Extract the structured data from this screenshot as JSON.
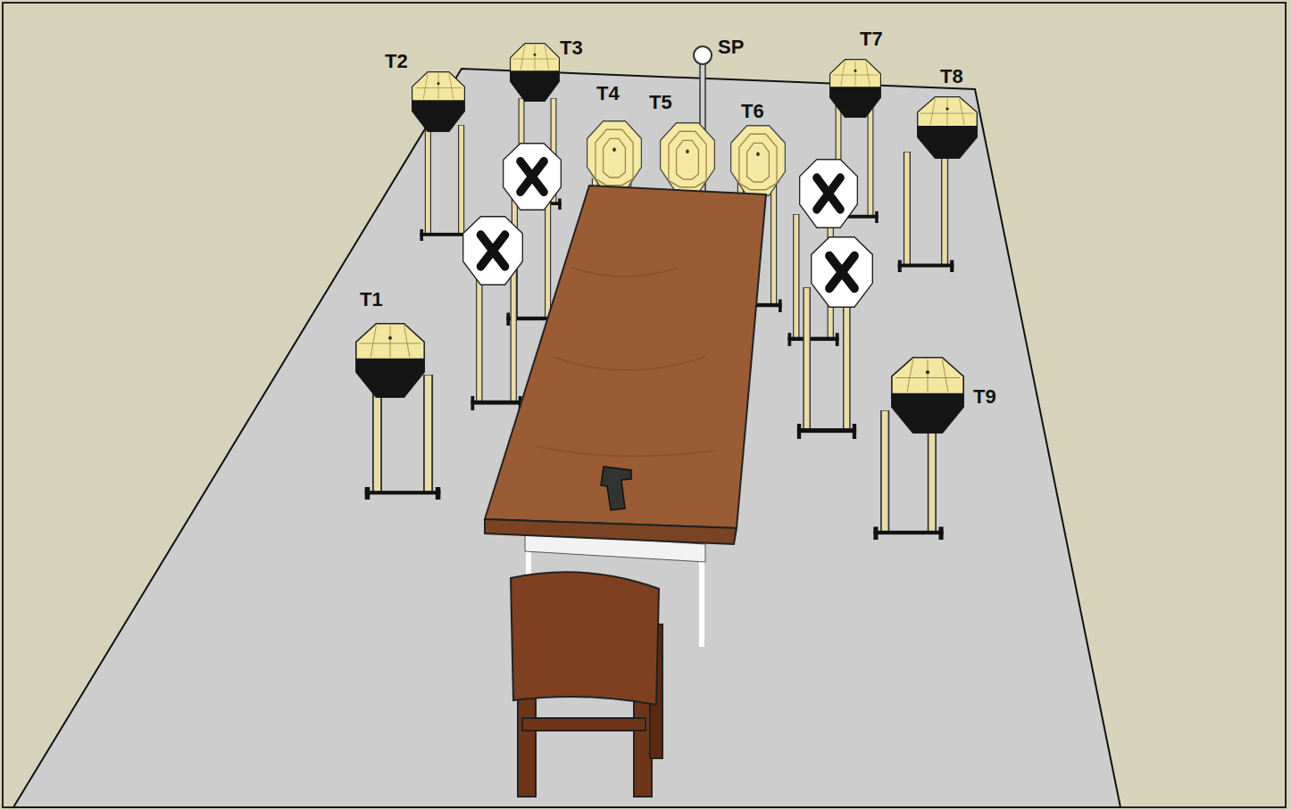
{
  "diagram": {
    "labels": [
      "T2",
      "T3",
      "SP",
      "T4",
      "T5",
      "T6",
      "T7",
      "T8",
      "T1",
      "T9"
    ]
  }
}
